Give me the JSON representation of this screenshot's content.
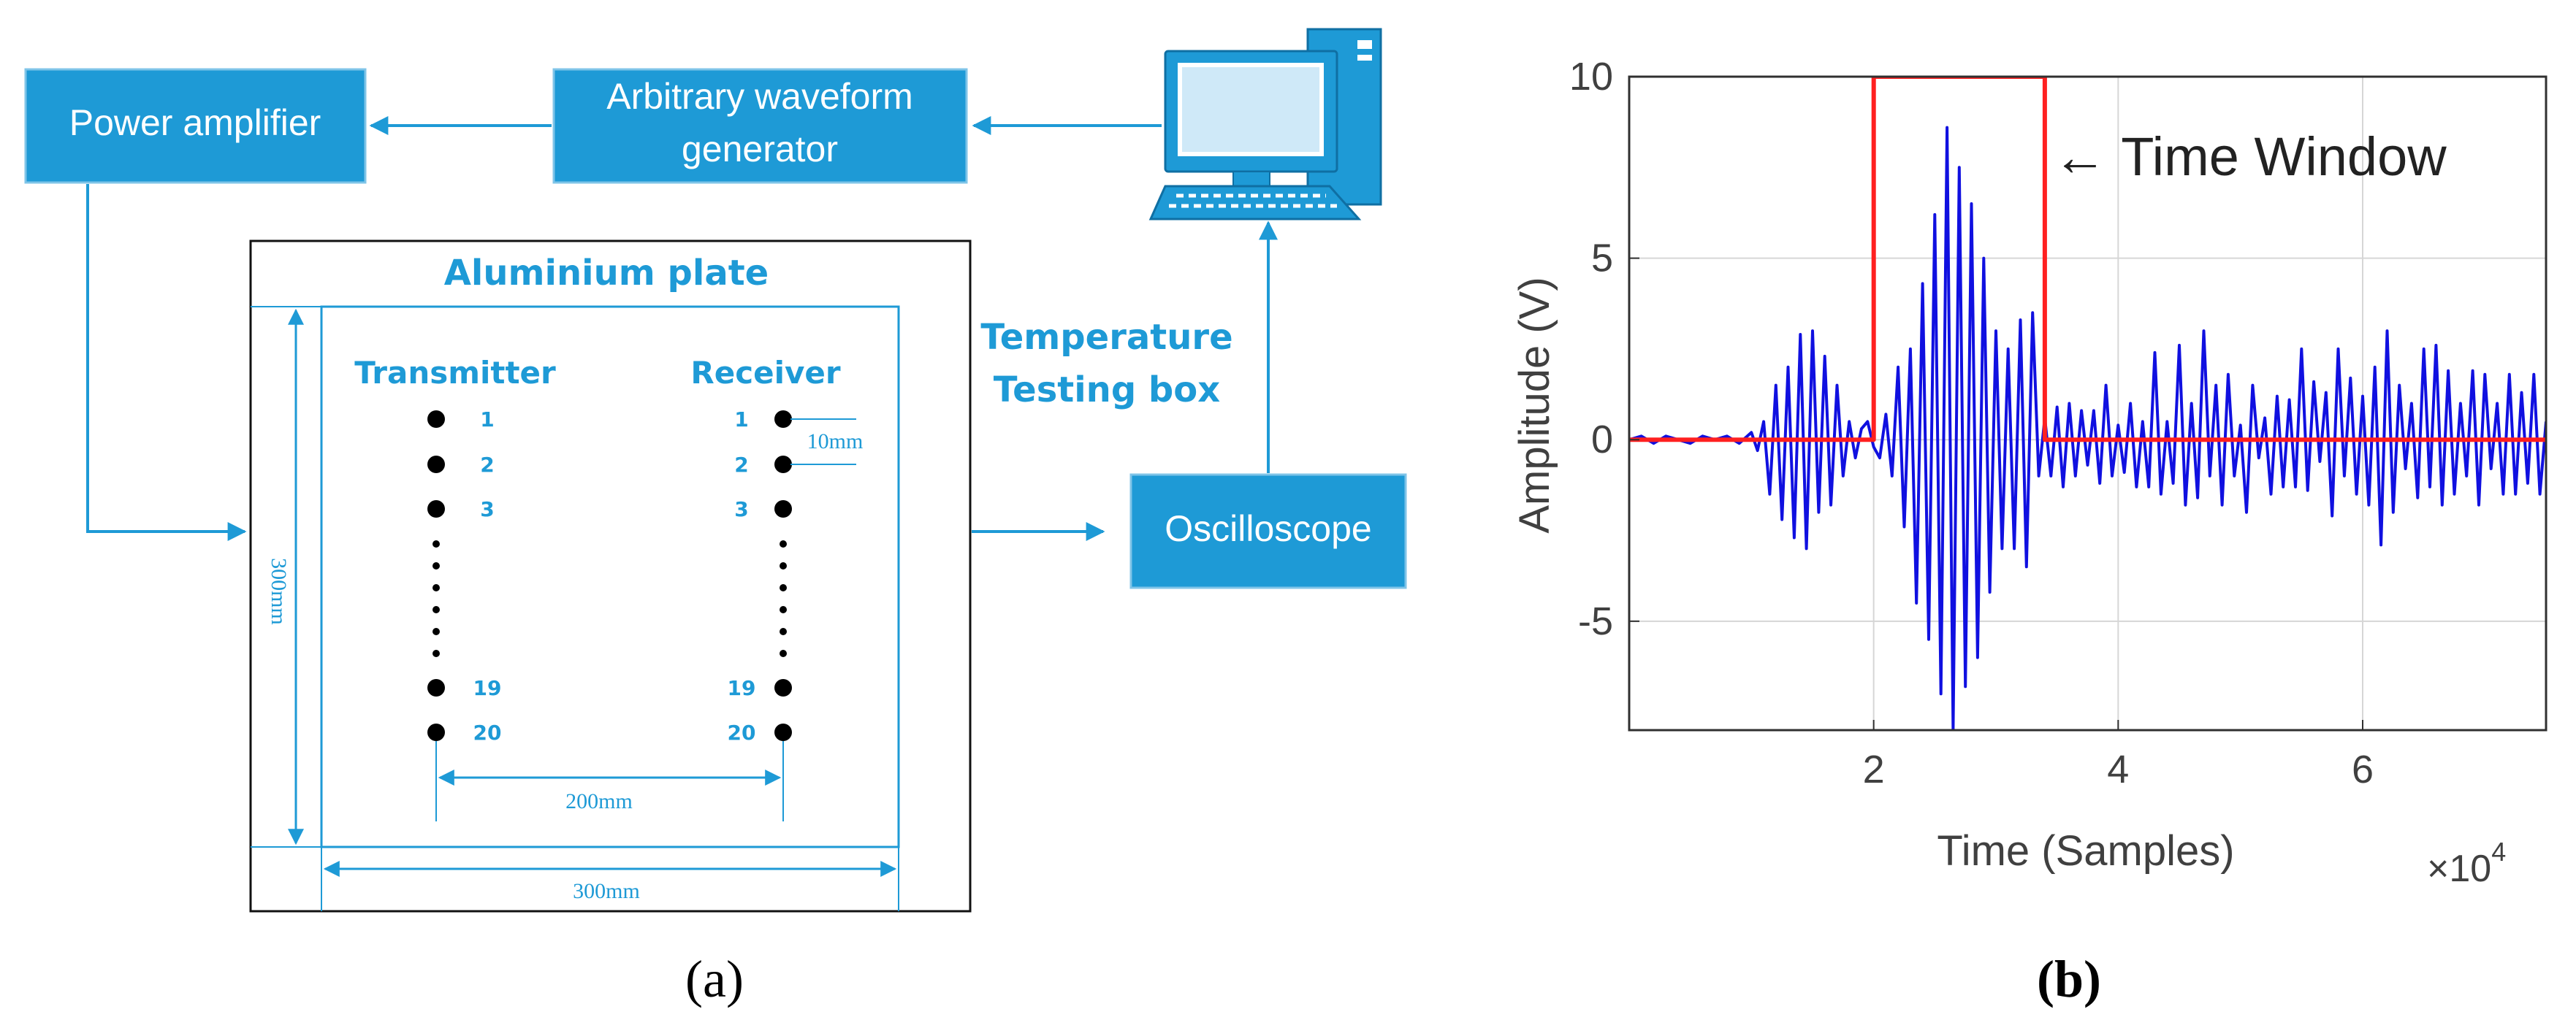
{
  "panel_a": {
    "power_amplifier": "Power amplifier",
    "awg_line1": "Arbitrary waveform",
    "awg_line2": "generator",
    "oscilloscope": "Oscilloscope",
    "temp_line1": "Temperature",
    "temp_line2": "Testing box",
    "plate_title": "Aluminium plate",
    "transmitter": "Transmitter",
    "receiver": "Receiver",
    "numbers_top": [
      "1",
      "2",
      "3"
    ],
    "numbers_bottom": [
      "19",
      "20"
    ],
    "dim_spacing": "10mm",
    "dim_between": "200mm",
    "dim_width": "300mm",
    "dim_height": "300mm",
    "caption": "(a)",
    "colors": {
      "box": "#1e9ad6",
      "line": "#1e9ad6",
      "text": "#1e9ad6"
    },
    "icons": [
      "computer-icon"
    ]
  },
  "chart_data": {
    "type": "line",
    "xlabel": "Time (Samples)",
    "ylabel": "Amplitude (V)",
    "x_multiplier": "×10",
    "x_multiplier_exp": "4",
    "xlim": [
      0,
      75000
    ],
    "ylim": [
      -8,
      10
    ],
    "xticks": [
      20000,
      40000,
      60000
    ],
    "xtick_labels": [
      "2",
      "4",
      "6"
    ],
    "yticks": [
      -5,
      0,
      5,
      10
    ],
    "ytick_labels": [
      "-5",
      "0",
      "5",
      "10"
    ],
    "grid": true,
    "annotation": "← Time Window",
    "caption": "(b)",
    "series": [
      {
        "color": "#1010e0",
        "x": [
          0,
          1000,
          2000,
          3000,
          4000,
          5000,
          6000,
          7000,
          8000,
          9000,
          10000,
          10500,
          11000,
          11500,
          12000,
          12500,
          13000,
          13500,
          14000,
          14500,
          15000,
          15500,
          16000,
          16500,
          17000,
          17500,
          18000,
          18500,
          19000,
          19500,
          20000,
          20500,
          21000,
          21500,
          22000,
          22500,
          23000,
          23500,
          24000,
          24500,
          25000,
          25500,
          26000,
          26500,
          27000,
          27500,
          28000,
          28500,
          29000,
          29500,
          30000,
          30500,
          31000,
          31500,
          32000,
          32500,
          33000,
          33500,
          34000,
          34500,
          35000,
          35500,
          36000,
          36500,
          37000,
          37500,
          38000,
          38500,
          39000,
          39500,
          40000,
          40500,
          41000,
          41500,
          42000,
          42500,
          43000,
          43500,
          44000,
          44500,
          45000,
          45500,
          46000,
          46500,
          47000,
          47500,
          48000,
          48500,
          49000,
          49500,
          50000,
          50500,
          51000,
          51500,
          52000,
          52500,
          53000,
          53500,
          54000,
          54500,
          55000,
          55500,
          56000,
          56500,
          57000,
          57500,
          58000,
          58500,
          59000,
          59500,
          60000,
          60500,
          61000,
          61500,
          62000,
          62500,
          63000,
          63500,
          64000,
          64500,
          65000,
          65500,
          66000,
          66500,
          67000,
          67500,
          68000,
          68500,
          69000,
          69500,
          70000,
          70500,
          71000,
          71500,
          72000,
          72500,
          73000,
          73500,
          74000,
          74500,
          75000
        ],
        "y": [
          0,
          0.1,
          -0.1,
          0.1,
          0,
          -0.1,
          0.1,
          0,
          0.1,
          -0.1,
          0.2,
          -0.3,
          0.5,
          -1.5,
          1.5,
          -2.2,
          2.0,
          -2.7,
          2.9,
          -3.0,
          3.0,
          -2.0,
          2.3,
          -1.8,
          1.5,
          -1.0,
          0.5,
          -0.5,
          0.3,
          0.5,
          -0.2,
          -0.5,
          0.7,
          -1.0,
          2.0,
          -2.4,
          2.5,
          -4.5,
          4.3,
          -5.5,
          6.2,
          -7.0,
          8.6,
          -8.0,
          7.5,
          -6.8,
          6.5,
          -6.0,
          5.0,
          -4.2,
          3.0,
          -3.0,
          2.5,
          -3.0,
          3.3,
          -3.5,
          3.5,
          -1.0,
          0.6,
          -1.0,
          0.9,
          -1.3,
          1.0,
          -1.0,
          0.8,
          -0.7,
          0.8,
          -1.2,
          1.5,
          -1.0,
          0.4,
          -0.9,
          1.0,
          -1.3,
          0.5,
          -1.3,
          2.4,
          -1.5,
          0.5,
          -1.2,
          2.6,
          -1.8,
          1.0,
          -1.6,
          3.0,
          -1.0,
          1.5,
          -1.8,
          1.8,
          -1.0,
          0.4,
          -2.0,
          1.5,
          -0.5,
          0.6,
          -1.5,
          1.2,
          -1.3,
          1.1,
          -1.3,
          2.5,
          -1.4,
          1.6,
          -0.6,
          1.3,
          -2.1,
          2.5,
          -1.0,
          1.7,
          -1.5,
          1.2,
          -1.8,
          2.0,
          -2.9,
          3.0,
          -2.0,
          1.5,
          -0.8,
          1.0,
          -1.6,
          2.5,
          -1.3,
          2.6,
          -1.8,
          1.9,
          -1.5,
          1.0,
          -1.0,
          1.9,
          -1.8,
          1.8,
          -0.8,
          1.0,
          -1.5,
          1.8,
          -1.5,
          1.3,
          -1.2,
          1.8,
          -1.5,
          0.5
        ]
      },
      {
        "color": "#ff2020",
        "x": [
          0,
          20000,
          20000,
          34000,
          34000,
          75000
        ],
        "y": [
          0,
          0,
          10,
          10,
          0,
          0
        ]
      }
    ]
  }
}
